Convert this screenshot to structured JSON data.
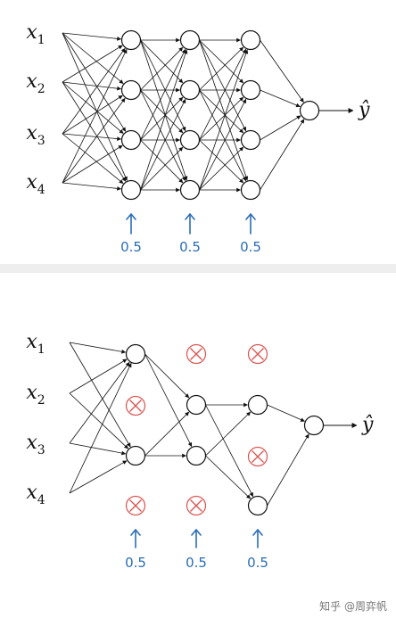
{
  "panels": [
    {
      "name": "full-network",
      "inputs": [
        "x",
        "x",
        "x",
        "x"
      ],
      "input_subscripts": [
        "1",
        "2",
        "3",
        "4"
      ],
      "output_label": "ŷ",
      "keep_prob_labels": [
        "0.5",
        "0.5",
        "0.5"
      ],
      "layers": [
        {
          "dropped": [
            false,
            false,
            false,
            false
          ]
        },
        {
          "dropped": [
            false,
            false,
            false,
            false
          ]
        },
        {
          "dropped": [
            false,
            false,
            false,
            false
          ]
        }
      ],
      "output_node": true
    },
    {
      "name": "dropout-network",
      "inputs": [
        "x",
        "x",
        "x",
        "x"
      ],
      "input_subscripts": [
        "1",
        "2",
        "3",
        "4"
      ],
      "output_label": "ŷ",
      "keep_prob_labels": [
        "0.5",
        "0.5",
        "0.5"
      ],
      "layers": [
        {
          "dropped": [
            false,
            true,
            false,
            true
          ]
        },
        {
          "dropped": [
            true,
            false,
            false,
            true
          ]
        },
        {
          "dropped": [
            true,
            false,
            true,
            false
          ]
        }
      ],
      "output_node": true
    }
  ],
  "watermark": "知乎 @周弈帆",
  "colors": {
    "line": "#111111",
    "node_fill": "#ffffff",
    "drop_cross": "#d9534f",
    "handwriting": "#2a6db5",
    "separator": "#eeeeee"
  }
}
